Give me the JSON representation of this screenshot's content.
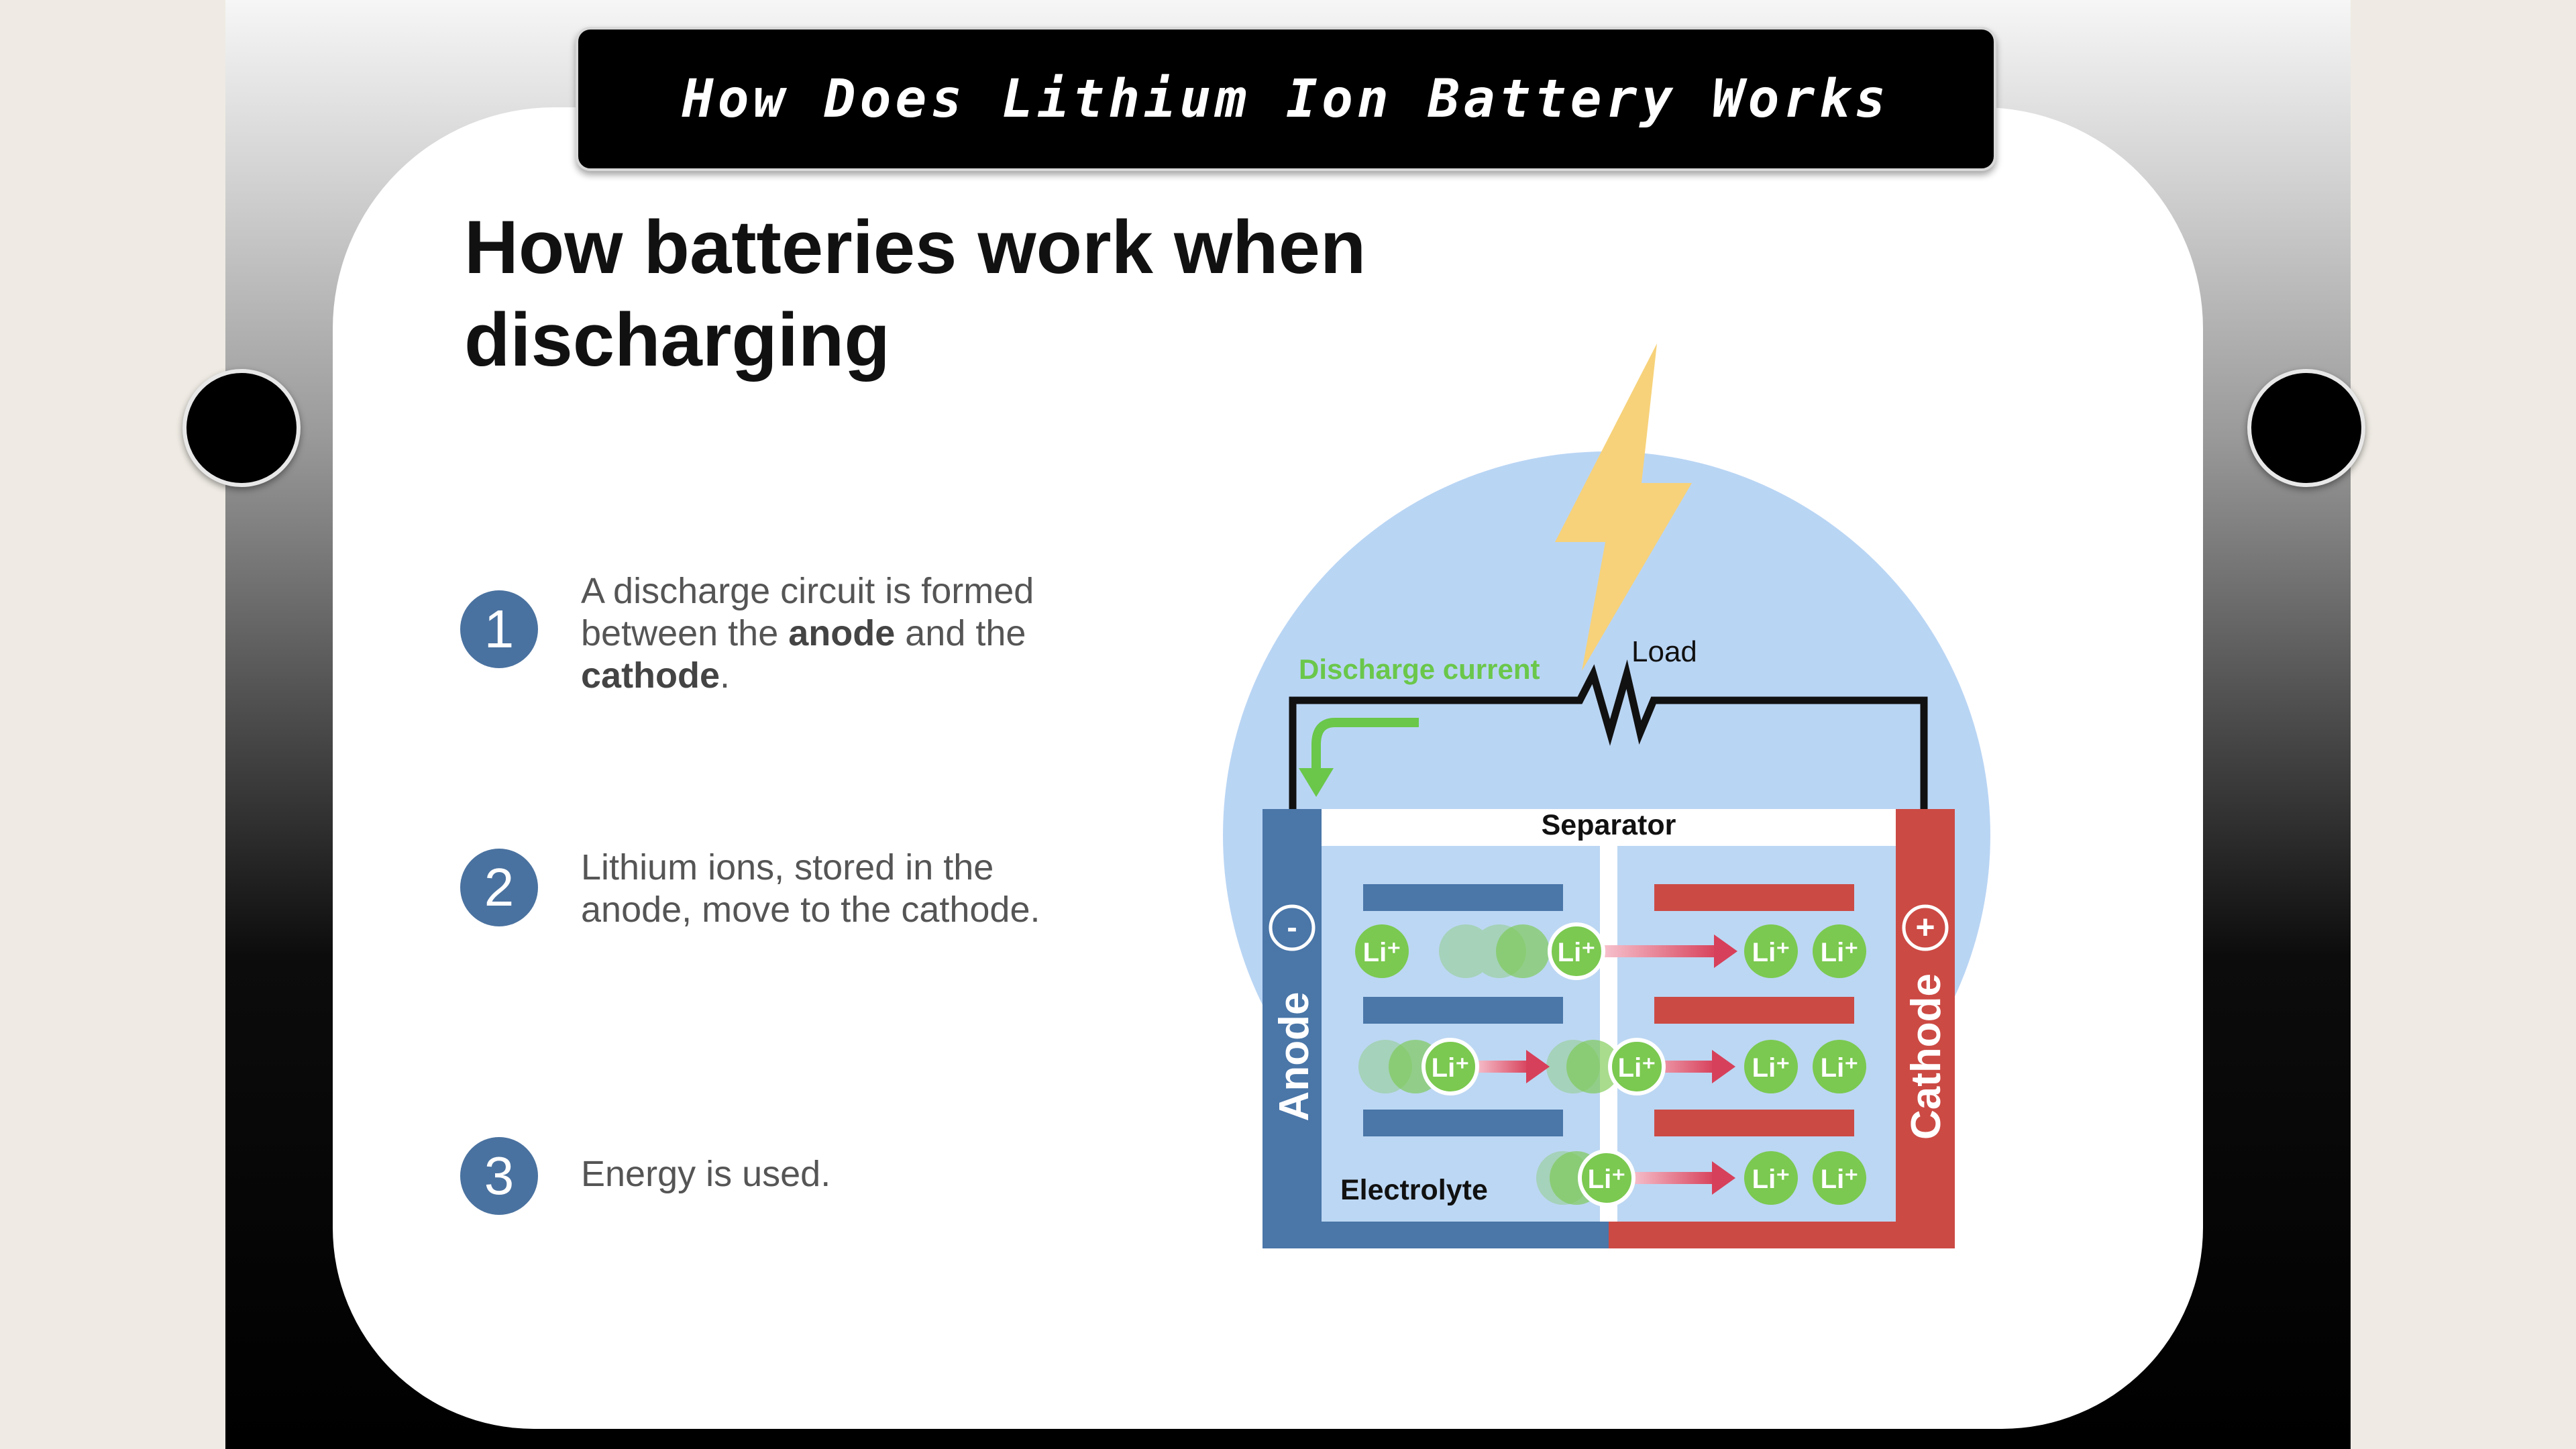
{
  "header": {
    "title": "How Does Lithium Ion Battery Works"
  },
  "slide": {
    "heading_line1": "How batteries work when",
    "heading_line2": "discharging",
    "steps": [
      {
        "number": "1",
        "text_a": "A discharge circuit is formed",
        "text_b": "between the ",
        "bold_1": "anode",
        "text_c": " and the",
        "bold_2": "cathode",
        "text_d": "."
      },
      {
        "number": "2",
        "line1": "Lithium ions, stored in the",
        "line2": "anode, move to the cathode."
      },
      {
        "number": "3",
        "line1": "Energy is used."
      }
    ]
  },
  "diagram": {
    "discharge_current": "Discharge current",
    "load": "Load",
    "separator": "Separator",
    "electrolyte": "Electrolyte",
    "anode": "Anode",
    "cathode": "Cathode",
    "minus": "-",
    "plus": "+",
    "ion": "Li⁺",
    "colors": {
      "anode": "#4a76a8",
      "cathode": "#cc4a44",
      "electrolyte": "#bcd7f3",
      "ion": "#7bc950",
      "current": "#6ac74a",
      "lightning": "#f7d27a",
      "circle": "#b9d5f4"
    }
  }
}
